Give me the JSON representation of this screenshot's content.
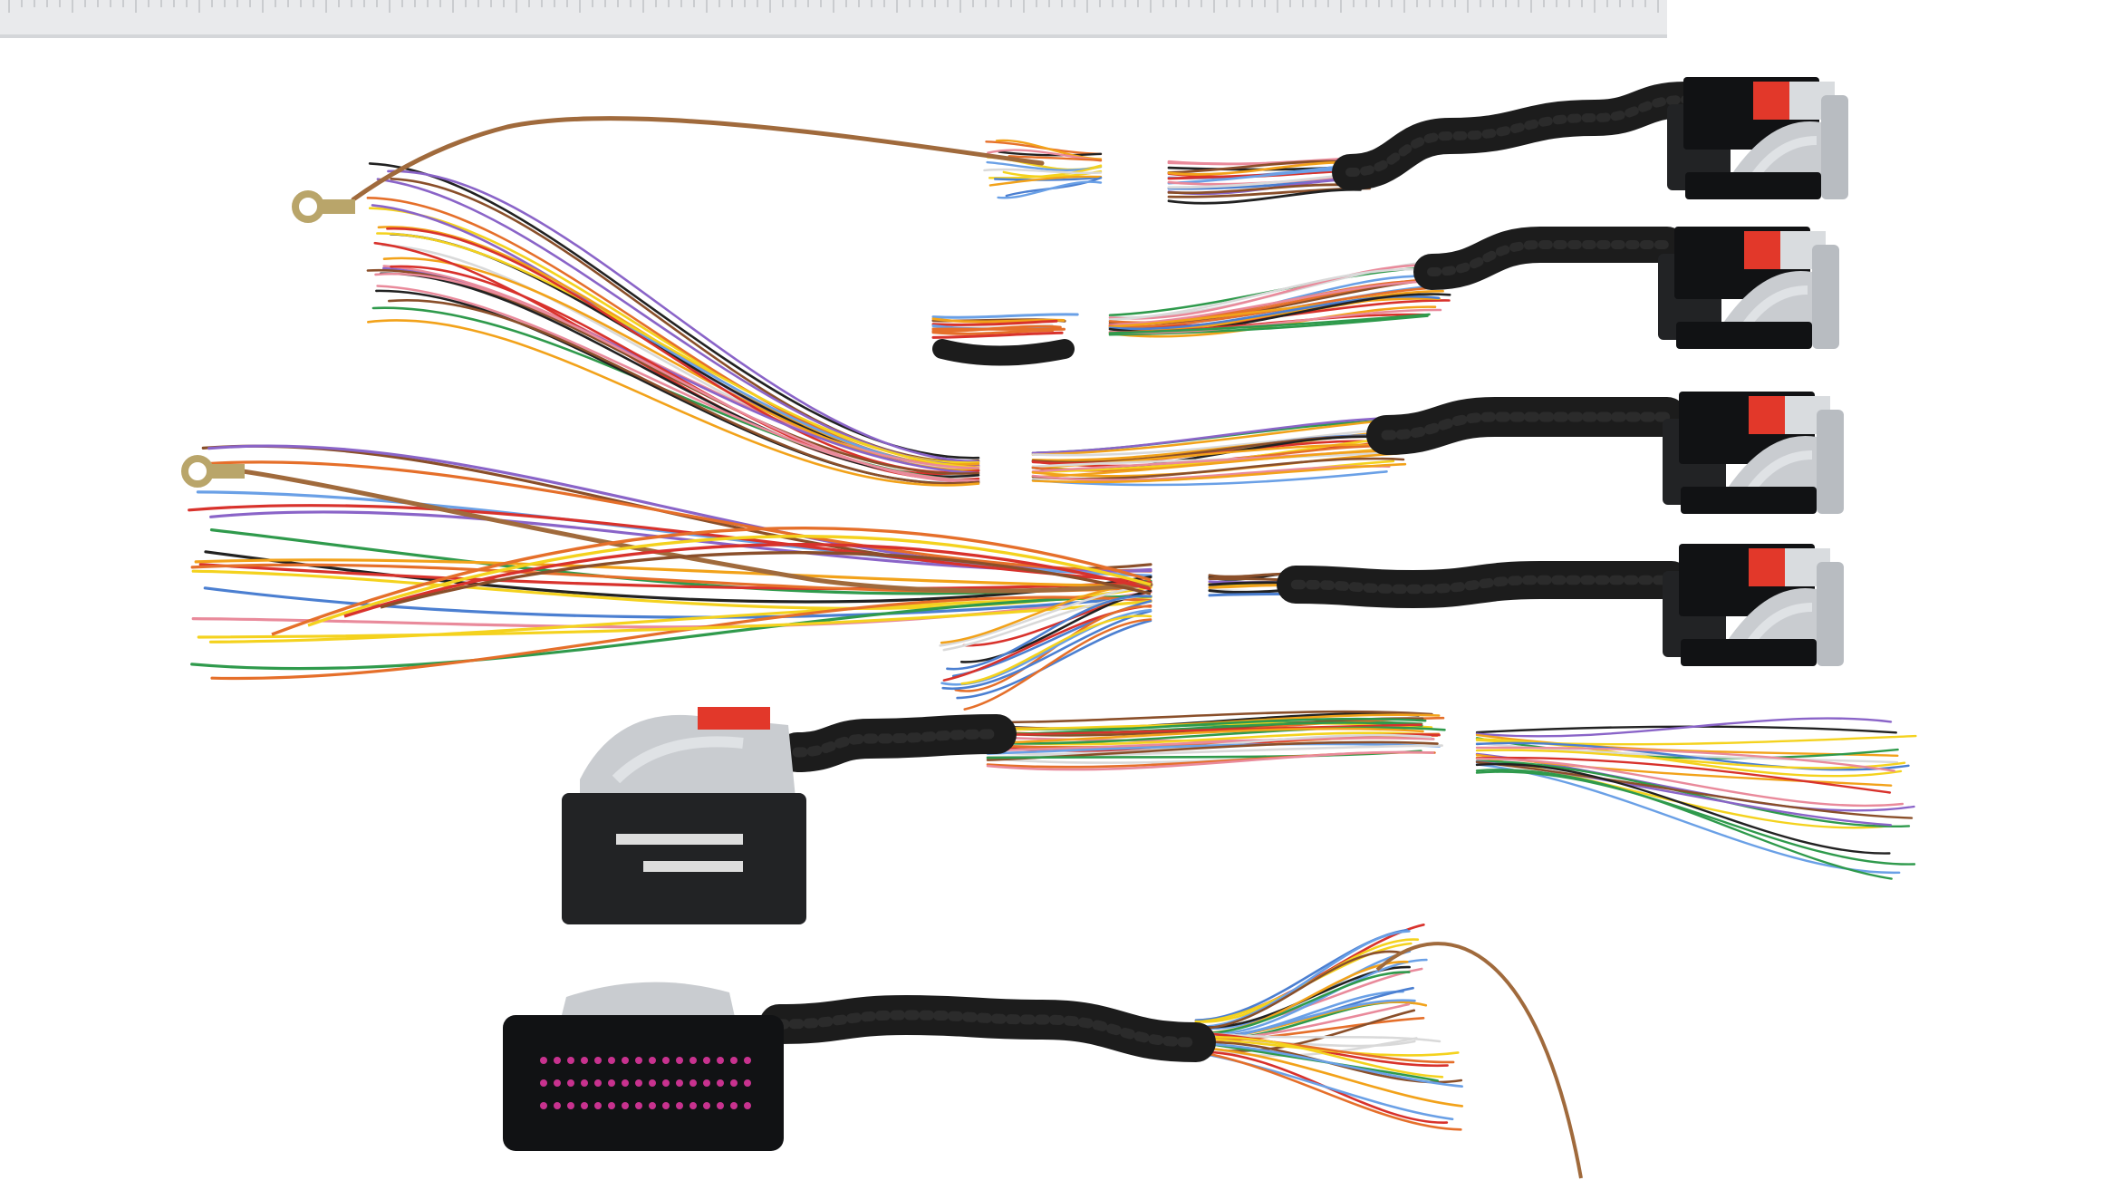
{
  "photo": {
    "background": "#ffffff",
    "colors": {
      "sleeve": "#1c1c1c",
      "connector_body": "#222325",
      "connector_dark": "#111214",
      "cover_grey": "#c9ccd0",
      "cover_light": "#dfe2e5",
      "lock_red": "#e2382a",
      "copper": "#a06a3c",
      "ring_terminal": "#b9a56a",
      "ruler": "#e9eaec"
    },
    "wire_colors": [
      "#d8322c",
      "#f2a21a",
      "#f4d21e",
      "#2f9a4c",
      "#6aa0e6",
      "#8a64c8",
      "#e56f2a",
      "#d9d9d9",
      "#8a4f2a",
      "#222222",
      "#4b7fd1",
      "#e98a9b"
    ],
    "connectors": [
      {
        "type": "ecu-connector-red-lock"
      },
      {
        "type": "ecu-connector-red-lock"
      },
      {
        "type": "ecu-connector-red-lock"
      },
      {
        "type": "ecu-connector-red-lock"
      },
      {
        "type": "ecu-connector-grey-cover"
      },
      {
        "type": "ecu-connector-pink-pins"
      }
    ],
    "ground_terminals": 2
  }
}
